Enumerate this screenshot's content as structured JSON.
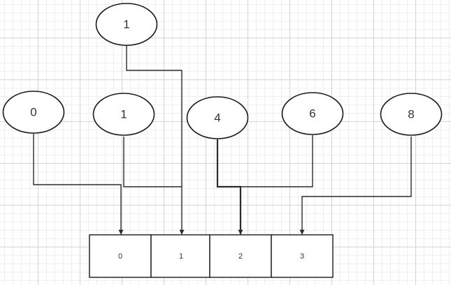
{
  "nodes": [
    {
      "id": "top",
      "label": "1",
      "target": 1
    },
    {
      "id": "a",
      "label": "0",
      "target": 0
    },
    {
      "id": "b",
      "label": "1",
      "target": 1
    },
    {
      "id": "c",
      "label": "4",
      "target": 2
    },
    {
      "id": "d",
      "label": "6",
      "target": 2
    },
    {
      "id": "e",
      "label": "8",
      "target": 3
    }
  ],
  "array_cells": [
    "0",
    "1",
    "2",
    "3"
  ]
}
